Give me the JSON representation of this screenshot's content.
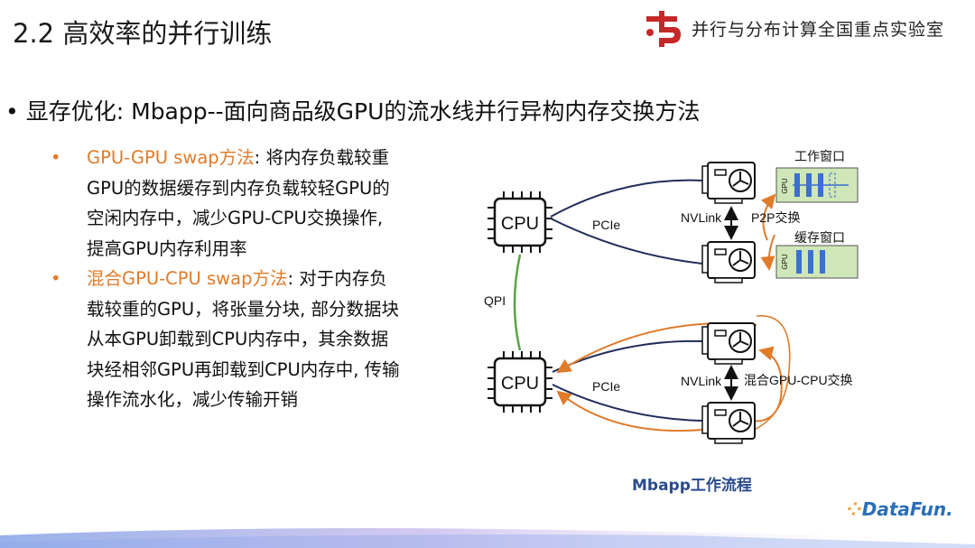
{
  "slide": {
    "title": "2.2 高效率的并行训练",
    "lab_name": "并行与分布计算全国重点实验室",
    "headline": "显存优化: Mbapp--面向商品级GPU的流水线并行异构内存交换方法",
    "bullets": [
      {
        "highlight": "GPU-GPU swap方法",
        "text": ": 将内存负载较重GPU的数据缓存到内存负载较轻GPU的空闲内存中，减少GPU-CPU交换操作, 提高GPU内存利用率"
      },
      {
        "highlight": "混合GPU-CPU swap方法",
        "text": ": 对于内存负载较重的GPU，将张量分块, 部分数据块从本GPU卸载到CPU内存中，其余数据块经相邻GPU再卸载到CPU内存中, 传输操作流水化，减少传输开销"
      }
    ],
    "caption": "Mbapp工作流程",
    "footer_logo": "DataFun."
  },
  "diagram": {
    "cpu_label": "CPU",
    "gpu_small": "GPU",
    "pcie": "PCIe",
    "qpi": "QPI",
    "nvlink": "NVLink",
    "p2p_swap": "P2P交换",
    "work_window": "工作窗口",
    "cache_window": "缓存窗口",
    "mixed_swap": "混合GPU-CPU交换"
  },
  "colors": {
    "accent_orange": "#e07b2a",
    "link_navy": "#1f2d5a",
    "qpi_green": "#5aa544",
    "window_green": "#cfe6b8",
    "block_blue": "#3b6fd0",
    "caption_blue": "#2a4b8d"
  }
}
